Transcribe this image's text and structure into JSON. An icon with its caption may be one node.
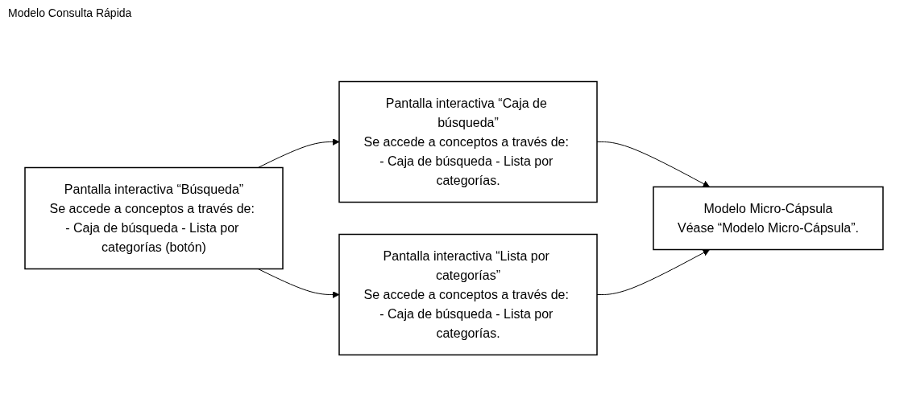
{
  "diagram": {
    "title": "Modelo Consulta Rápida",
    "nodes": [
      {
        "text": [
          "Pantalla interactiva “Búsqueda”",
          "Se accede a conceptos a través de: - Caja de búsqueda - Lista por categorías (botón)"
        ]
      },
      {
        "text": [
          "Pantalla interactiva “Caja de búsqueda”",
          "Se accede a conceptos a través de: - Caja de búsqueda - Lista por categorías."
        ]
      },
      {
        "text": [
          "Pantalla interactiva “Lista por categorías”",
          "Se accede a conceptos a través de: - Caja de búsqueda - Lista por categorías."
        ]
      },
      {
        "text": [
          "Modelo Micro-Cápsula",
          "Véase “Modelo Micro-Cápsula”."
        ]
      }
    ],
    "edges": [
      {
        "from": 0,
        "to": 1,
        "arrow": "to"
      },
      {
        "from": 0,
        "to": 2,
        "arrow": "to"
      },
      {
        "from": 1,
        "to": 3,
        "arrow": "to"
      },
      {
        "from": 2,
        "to": 3,
        "arrow": "to"
      }
    ]
  }
}
